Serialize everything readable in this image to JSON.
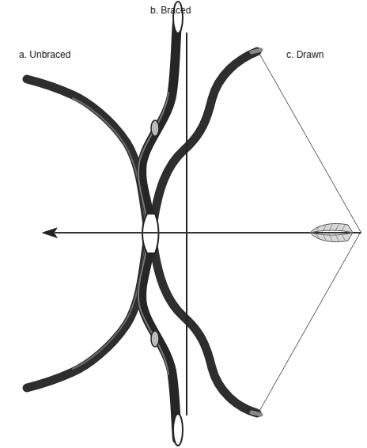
{
  "diagram": {
    "labels": [
      "a. Unbraced",
      "b. Braced",
      "c. Drawn"
    ]
  }
}
